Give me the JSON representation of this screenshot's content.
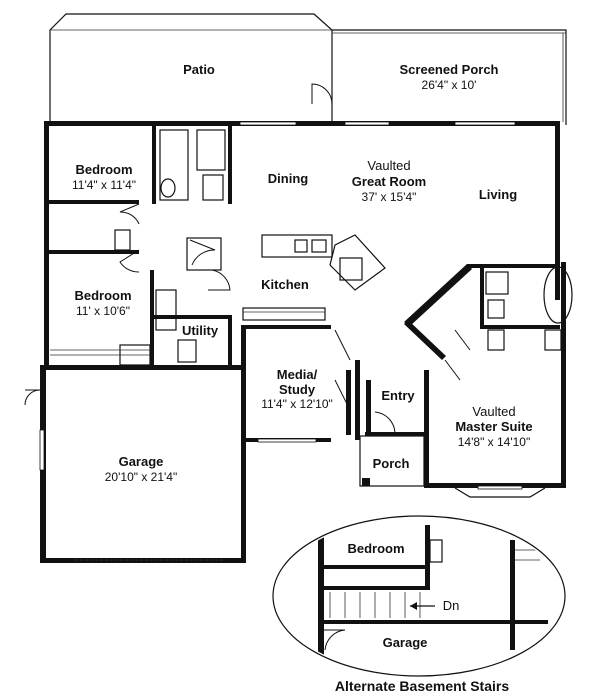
{
  "rooms": {
    "patio": {
      "name": "Patio"
    },
    "screened_porch": {
      "name": "Screened Porch",
      "size": "26'4\" x 10'"
    },
    "bedroom1": {
      "name": "Bedroom",
      "size": "11'4\" x 11'4\""
    },
    "dining": {
      "name": "Dining"
    },
    "great_room": {
      "line1": "Vaulted",
      "name": "Great Room",
      "size": "37' x 15'4\""
    },
    "living": {
      "name": "Living"
    },
    "kitchen": {
      "name": "Kitchen"
    },
    "bedroom2": {
      "name": "Bedroom",
      "size": "11' x 10'6\""
    },
    "utility": {
      "name": "Utility"
    },
    "media": {
      "line1": "Media/",
      "line2": "Study",
      "size": "11'4\" x 12'10\""
    },
    "entry": {
      "name": "Entry"
    },
    "master": {
      "line1": "Vaulted",
      "name": "Master Suite",
      "size": "14'8\" x 14'10\""
    },
    "porch": {
      "name": "Porch"
    },
    "garage": {
      "name": "Garage",
      "size": "20'10\" x 21'4\""
    }
  },
  "inset": {
    "bedroom": "Bedroom",
    "dn": "Dn",
    "garage": "Garage",
    "caption": "Alternate Basement Stairs"
  }
}
